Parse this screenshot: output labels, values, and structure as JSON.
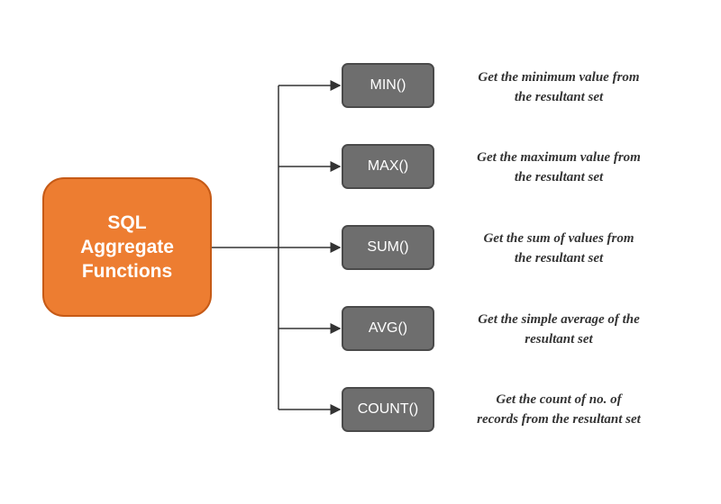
{
  "root": {
    "lines": [
      "SQL",
      "Aggregate",
      "Functions"
    ]
  },
  "functions": [
    {
      "label": "MIN()",
      "description": [
        "Get the minimum value from",
        "the resultant set"
      ]
    },
    {
      "label": "MAX()",
      "description": [
        "Get the maximum value from",
        "the resultant set"
      ]
    },
    {
      "label": "SUM()",
      "description": [
        "Get the sum of values from",
        "the resultant set"
      ]
    },
    {
      "label": "AVG()",
      "description": [
        "Get the simple average of the",
        "resultant set"
      ]
    },
    {
      "label": "COUNT()",
      "description": [
        "Get the count of no. of",
        "records from the resultant set"
      ]
    }
  ],
  "colors": {
    "root_fill": "#ed7d31",
    "function_fill": "#6e6e6e",
    "connector": "#333333"
  }
}
